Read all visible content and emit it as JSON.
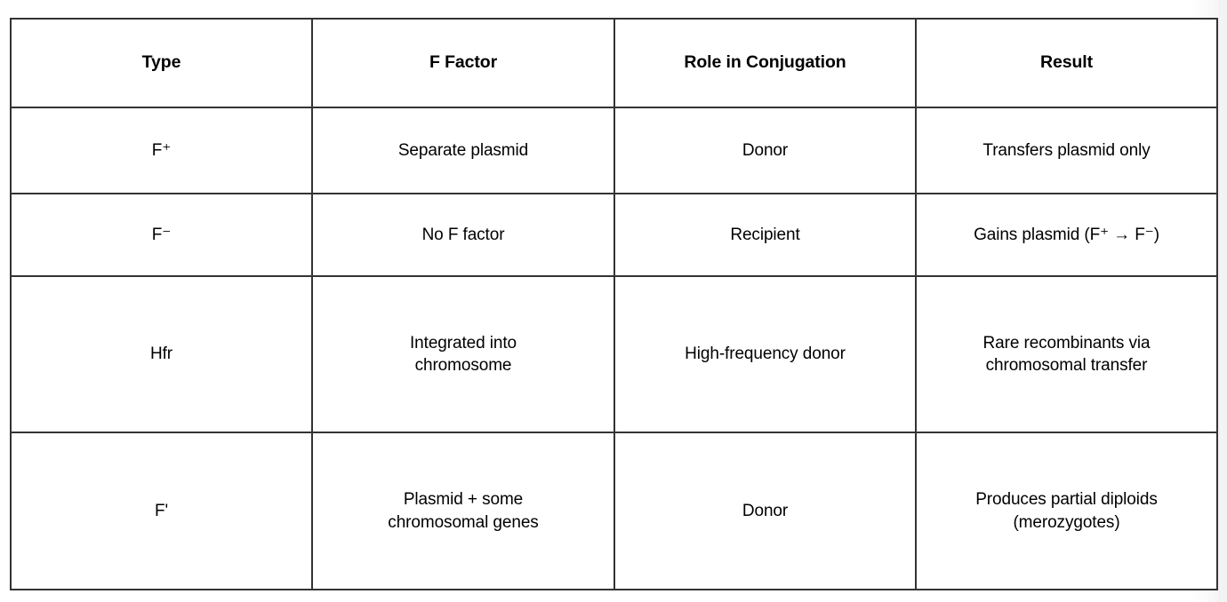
{
  "table": {
    "caption_absent": true,
    "columns": [
      {
        "key": "type",
        "label": "Type"
      },
      {
        "key": "ffactor",
        "label": "F Factor"
      },
      {
        "key": "role",
        "label": "Role in Conjugation"
      },
      {
        "key": "result",
        "label": "Result"
      }
    ],
    "rows": [
      {
        "type": "F⁺",
        "ffactor": "Separate plasmid",
        "role": "Donor",
        "result": "Transfers plasmid only"
      },
      {
        "type": "F⁻",
        "ffactor": "No F factor",
        "role": "Recipient",
        "result": "Gains plasmid (F⁺ → F⁻)"
      },
      {
        "type": "Hfr",
        "ffactor": "Integrated into\nchromosome",
        "role": "High-frequency donor",
        "result": "Rare recombinants via\nchromosomal transfer"
      },
      {
        "type": "F'",
        "ffactor": "Plasmid + some\nchromosomal genes",
        "role": "Donor",
        "result": "Produces partial diploids\n(merozygotes)"
      }
    ]
  },
  "style": {
    "border_color": "#333333",
    "text_color": "#000000",
    "page_background": "#ffffff",
    "page_edge_shade": "#f1f1f1"
  }
}
